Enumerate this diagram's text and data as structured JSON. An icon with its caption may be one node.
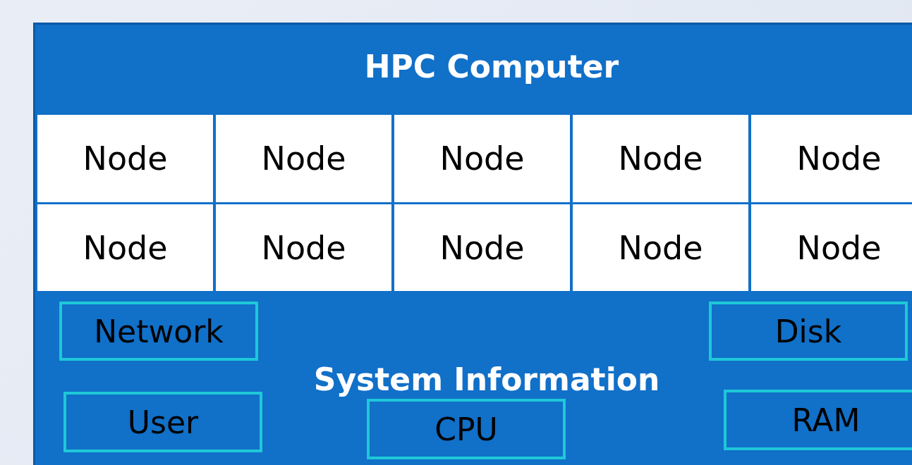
{
  "diagram": {
    "nodes": [
      {
        "text": [
          "HPC Computer"
        ]
      },
      {
        "text": [
          "Node"
        ],
        "in": 0
      },
      {
        "text": [
          "Node"
        ],
        "in": 0
      },
      {
        "text": [
          "Node"
        ],
        "in": 0
      },
      {
        "text": [
          "Node"
        ],
        "in": 0
      },
      {
        "text": [
          "Node"
        ],
        "in": 0
      },
      {
        "text": [
          "Node"
        ],
        "in": 0
      },
      {
        "text": [
          "Node"
        ],
        "in": 0
      },
      {
        "text": [
          "Node"
        ],
        "in": 0
      },
      {
        "text": [
          "Node"
        ],
        "in": 0
      },
      {
        "text": [
          "Node"
        ],
        "in": 0
      },
      {
        "text": [
          "System Information"
        ],
        "in": 0
      },
      {
        "text": [
          "Network"
        ],
        "in": 11
      },
      {
        "text": [
          "Disk"
        ],
        "in": 11
      },
      {
        "text": [
          "User"
        ],
        "in": 11
      },
      {
        "text": [
          "CPU"
        ],
        "in": 11
      },
      {
        "text": [
          "RAM"
        ],
        "in": 11
      }
    ]
  }
}
